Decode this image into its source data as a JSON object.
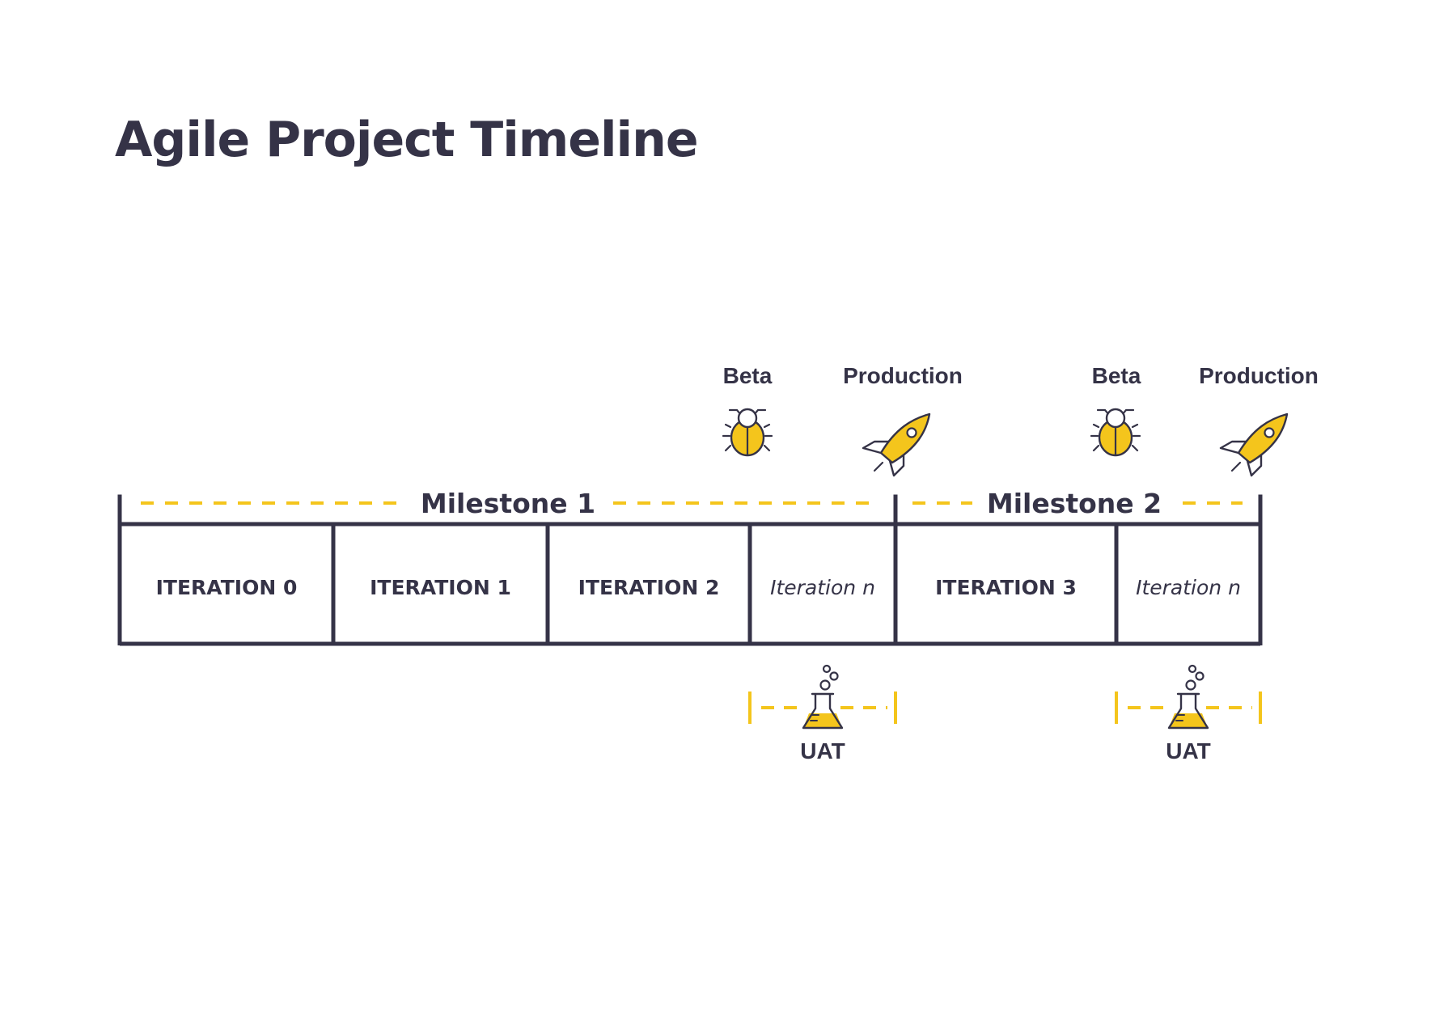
{
  "title": "Agile Project Timeline",
  "colors": {
    "ink": "#353347",
    "accent": "#F4C51C",
    "background": "#FFFFFF"
  },
  "events": [
    {
      "label": "Beta",
      "icon": "bug-icon"
    },
    {
      "label": "Production",
      "icon": "rocket-icon"
    },
    {
      "label": "Beta",
      "icon": "bug-icon"
    },
    {
      "label": "Production",
      "icon": "rocket-icon"
    }
  ],
  "milestones": [
    {
      "label": "Milestone 1"
    },
    {
      "label": "Milestone 2"
    }
  ],
  "iterations": [
    {
      "label": "ITERATION 0",
      "italic": false
    },
    {
      "label": "ITERATION 1",
      "italic": false
    },
    {
      "label": "ITERATION 2",
      "italic": false
    },
    {
      "label": "Iteration n",
      "italic": true
    },
    {
      "label": "ITERATION 3",
      "italic": false
    },
    {
      "label": "Iteration n",
      "italic": true
    }
  ],
  "uat": [
    {
      "label": "UAT",
      "icon": "flask-icon"
    },
    {
      "label": "UAT",
      "icon": "flask-icon"
    }
  ]
}
